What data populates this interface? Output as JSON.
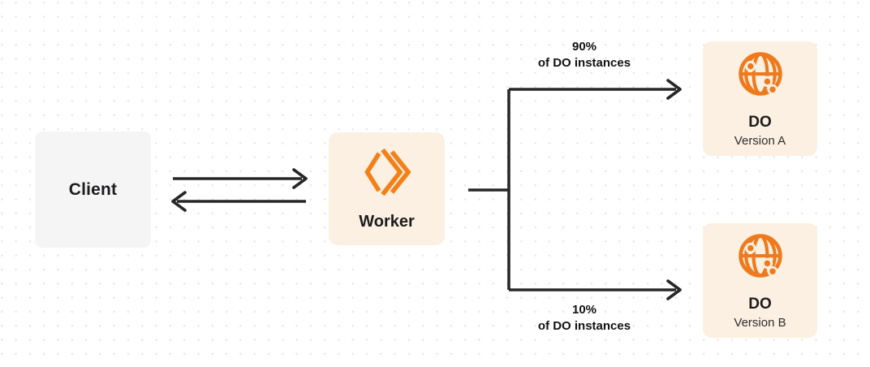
{
  "diagram": {
    "nodes": {
      "client": {
        "label": "Client"
      },
      "worker": {
        "label": "Worker",
        "icon": "workers-logo-icon"
      },
      "do_version_a": {
        "title": "DO",
        "subtitle": "Version A",
        "icon": "globe-icon"
      },
      "do_version_b": {
        "title": "DO",
        "subtitle": "Version B",
        "icon": "globe-icon"
      }
    },
    "edges": {
      "client_worker": {
        "type": "bidirectional-arrows"
      },
      "top_branch": {
        "percent": "90%",
        "caption": "of DO instances",
        "target": "DO Version A"
      },
      "bottom_branch": {
        "percent": "10%",
        "caption": "of DO instances",
        "target": "DO Version B"
      }
    }
  },
  "colors": {
    "accent_orange": "#f38019",
    "box_cream": "#fbf0e1",
    "box_gray": "#f5f5f6",
    "line_dark": "#272727",
    "dot_grid": "#e7e7ea"
  }
}
